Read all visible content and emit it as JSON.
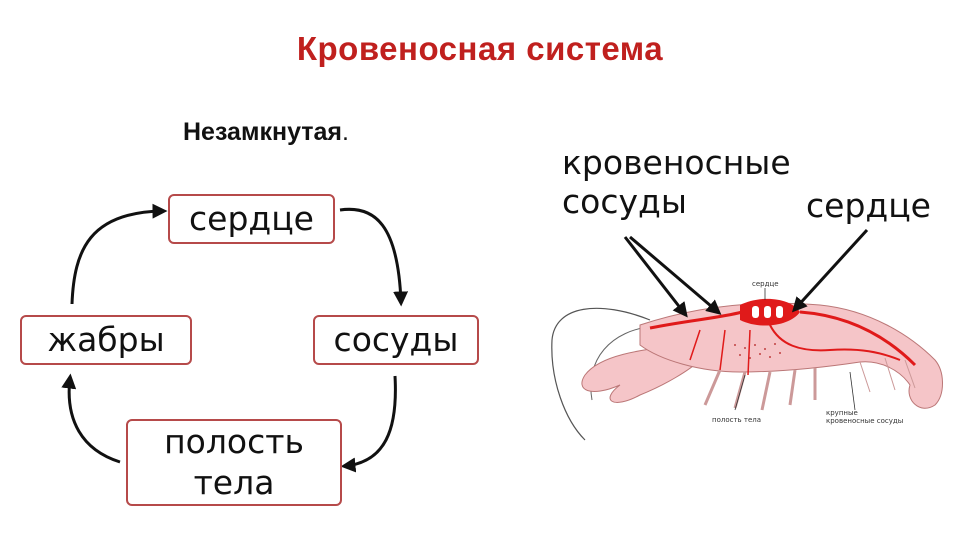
{
  "title": "Кровеносная система",
  "subtitle": {
    "bold": "Незамкнутая",
    "tail": "."
  },
  "cycle": {
    "heart": "сердце",
    "vessels": "сосуды",
    "cavity": "полость\nтела",
    "gills": "жабры"
  },
  "illustration": {
    "label_vessels": "кровеносные\nсосуды",
    "label_heart": "сердце",
    "tiny_heart": "сердце",
    "tiny_cavity": "полость тела",
    "tiny_large_vessels": "крупные\nкровеносные сосуды"
  },
  "colors": {
    "title": "#c0201e",
    "box_border": "#b64a4a",
    "crayfish_body": "#f5c5c8",
    "blood": "#e01a1a"
  }
}
